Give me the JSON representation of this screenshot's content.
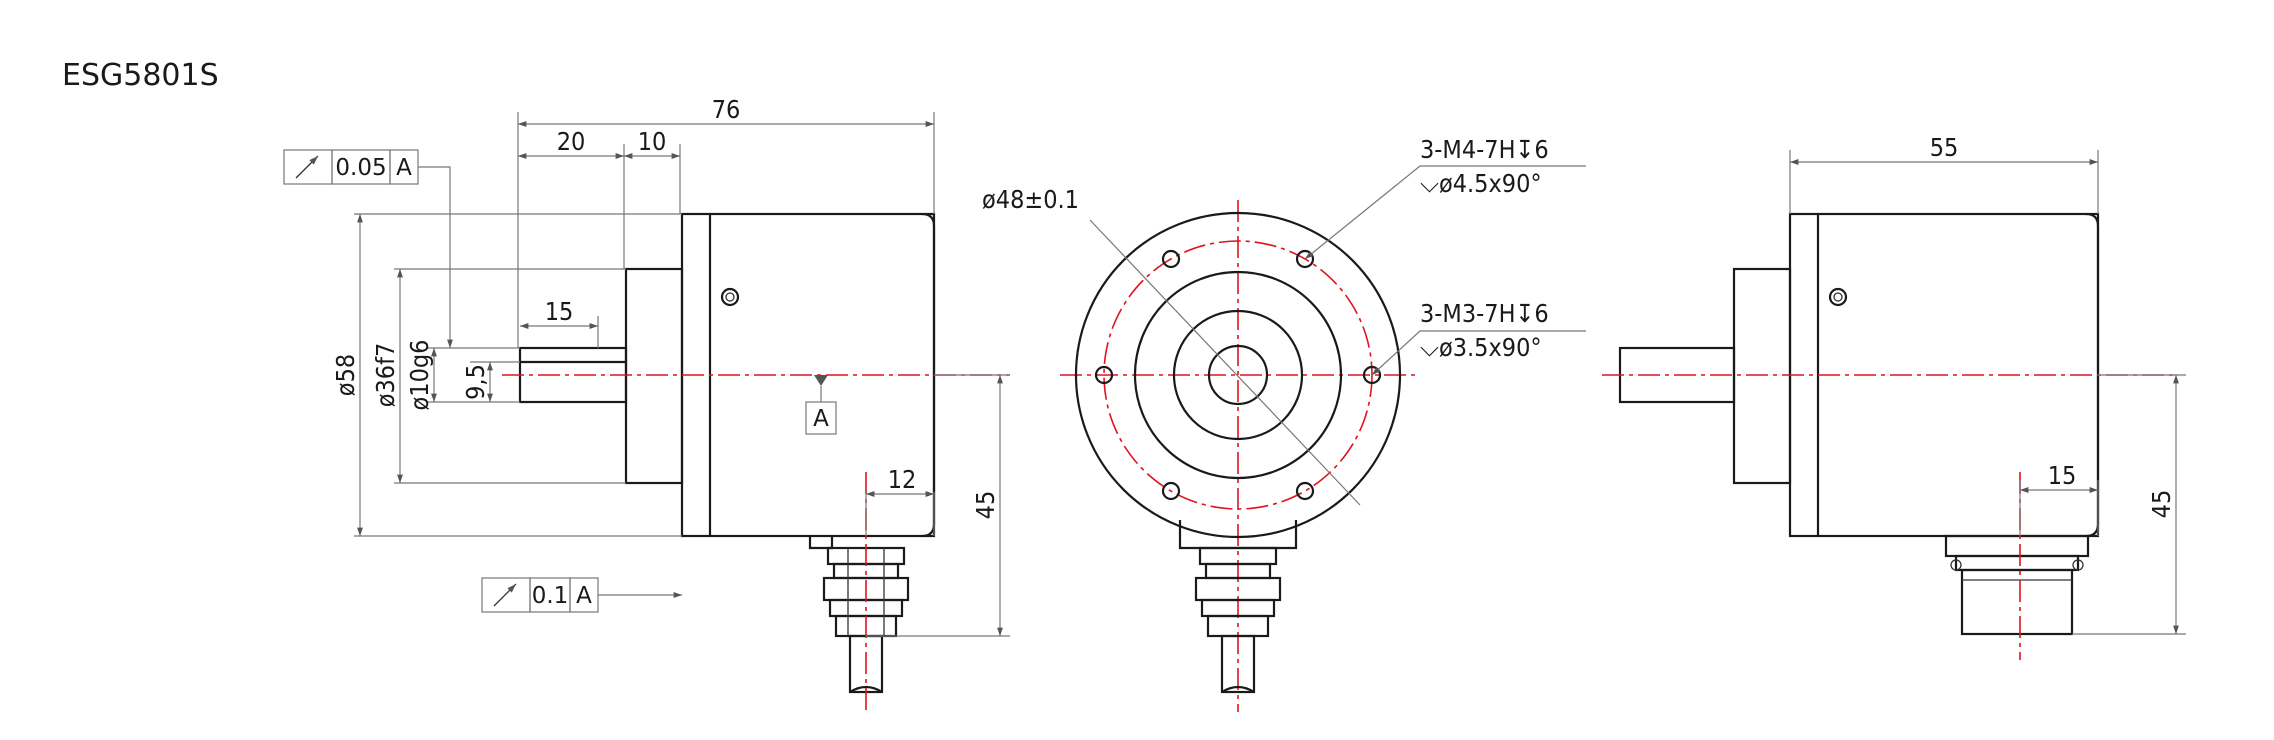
{
  "title": "ESG5801S",
  "dims": {
    "overall_length": "76",
    "flange_to_shaft_step": "20",
    "shaft_collar": "10",
    "shaft_flat_length": "15",
    "body_diameter": "ø58",
    "spigot_diameter": "ø36f7",
    "shaft_diameter": "ø10g6",
    "flat_depth": "9,5",
    "connector_offset": "12",
    "axis_to_cable": "45",
    "bolt_circle": "ø48±0.1",
    "side_length": "55",
    "side_connector_offset": "15",
    "side_axis_to_connector": "45"
  },
  "holes": {
    "m4_line1": "3-M4-7H↧6",
    "m4_line2": "⌵ø4.5x90°",
    "m3_line1": "3-M3-7H↧6",
    "m3_line2": "⌵ø3.5x90°"
  },
  "tolerances": {
    "runout_top_value": "0.05",
    "runout_top_datum": "A",
    "runout_bottom_value": "0.1",
    "runout_bottom_datum": "A",
    "datum_label": "A"
  },
  "colors": {
    "outline": "#1a1a1a",
    "centerline": "#e0131f",
    "dimension": "#777777"
  }
}
